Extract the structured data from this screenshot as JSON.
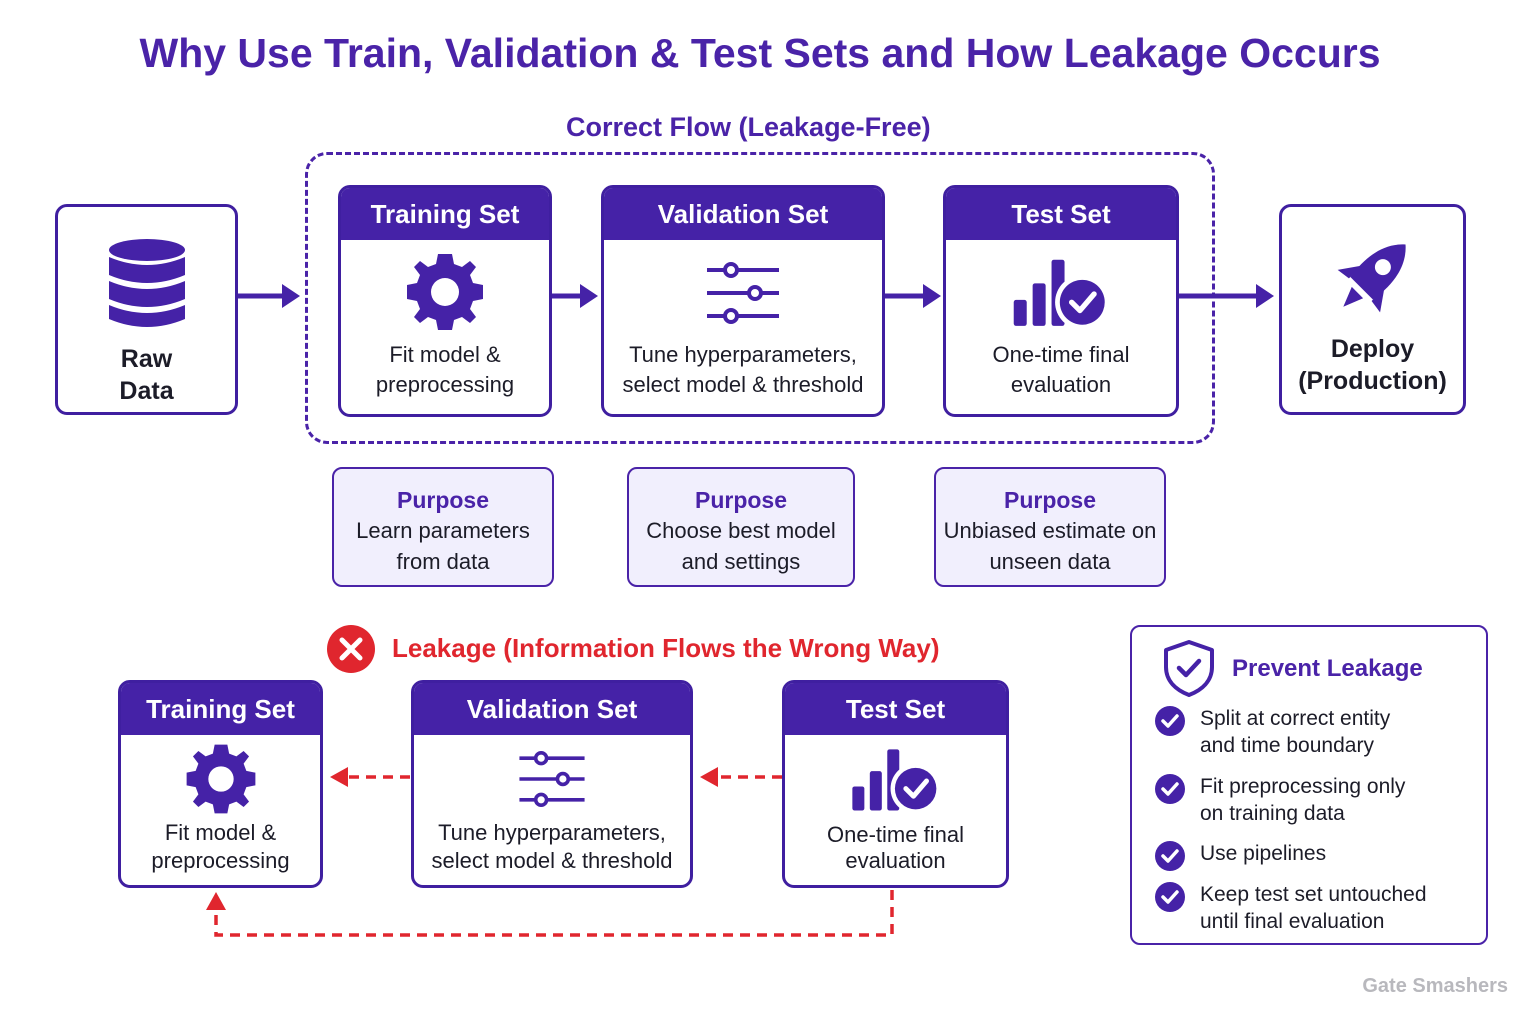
{
  "title": "Why Use Train, Validation & Test Sets and How Leakage Occurs",
  "correct_flow": {
    "heading": "Correct Flow (Leakage-Free)",
    "raw_data": {
      "line1": "Raw",
      "line2": "Data",
      "icon": "database-icon"
    },
    "training": {
      "header": "Training Set",
      "line1": "Fit model &",
      "line2": "preprocessing",
      "icon": "gear-icon"
    },
    "validation": {
      "header": "Validation Set",
      "line1": "Tune hyperparameters,",
      "line2": "select model & threshold",
      "icon": "sliders-icon"
    },
    "test": {
      "header": "Test Set",
      "line1": "One-time final",
      "line2": "evaluation",
      "icon": "bar-chart-check-icon"
    },
    "deploy": {
      "line1": "Deploy",
      "line2": "(Production)",
      "icon": "rocket-icon"
    }
  },
  "purposes": [
    {
      "heading": "Purpose",
      "line1": "Learn parameters",
      "line2": "from data"
    },
    {
      "heading": "Purpose",
      "line1": "Choose best model",
      "line2": "and settings"
    },
    {
      "heading": "Purpose",
      "line1": "Unbiased estimate on",
      "line2": "unseen data"
    }
  ],
  "leakage": {
    "heading": "Leakage (Information Flows the Wrong Way)",
    "icon": "error-x-icon",
    "training": {
      "header": "Training Set",
      "line1": "Fit model &",
      "line2": "preprocessing"
    },
    "validation": {
      "header": "Validation Set",
      "line1": "Tune hyperparameters,",
      "line2": "select model & threshold"
    },
    "test": {
      "header": "Test Set",
      "line1": "One-time final",
      "line2": "evaluation"
    }
  },
  "prevent": {
    "heading": "Prevent Leakage",
    "icon": "shield-check-icon",
    "items": [
      {
        "line1": "Split at correct entity",
        "line2": "and time boundary"
      },
      {
        "line1": "Fit preprocessing only",
        "line2": "on training data"
      },
      {
        "line1": "Use pipelines",
        "line2": ""
      },
      {
        "line1": "Keep test set untouched",
        "line2": "until final evaluation"
      }
    ]
  },
  "watermark": "Gate Smashers",
  "colors": {
    "primary": "#4522a7",
    "accent_red": "#e0262e",
    "purpose_bg": "#f1effd"
  }
}
